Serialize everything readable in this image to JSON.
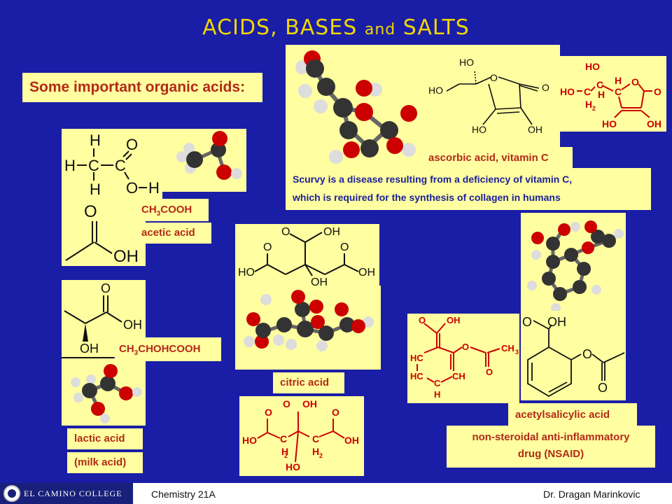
{
  "slide": {
    "title_part1": "ACIDS, BASES ",
    "title_and": "and",
    "title_part2": " SALTS",
    "subtitle": "Some important organic acids:"
  },
  "acetic": {
    "formula_prefix": "CH",
    "formula_sub": "3",
    "formula_suffix": "COOH",
    "name": "acetic acid"
  },
  "lactic": {
    "formula_prefix": "CH",
    "formula_sub": "3",
    "formula_suffix": "CHOHCOOH",
    "name": "lactic acid",
    "alias": "(milk acid)"
  },
  "citric": {
    "name": "citric acid"
  },
  "ascorbic": {
    "name": "ascorbic acid, vitamin C",
    "note_line1": "Scurvy is a disease resulting from a deficiency of vitamin C,",
    "note_line2": "which is required for the synthesis of collagen in humans"
  },
  "aspirin": {
    "name": "acetylsalicylic acid",
    "desc_line1": "non-steroidal anti-inflammatory",
    "desc_line2": "drug (NSAID)"
  },
  "footer": {
    "college": "EL CAMINO COLLEGE",
    "course": "Chemistry 21A",
    "author": "Dr. Dragan Marinkovic"
  },
  "colors": {
    "background": "#1a1ea6",
    "title": "#f1d600",
    "panel": "#fffea0",
    "label_red": "#b22a1a",
    "label_blue": "#1b1f9a",
    "footer_band": "#ffffff"
  }
}
